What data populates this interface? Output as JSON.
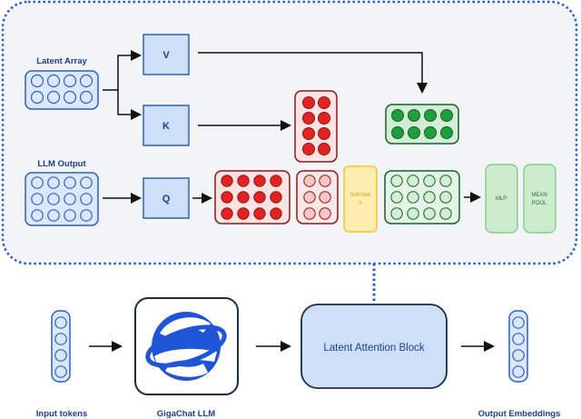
{
  "top_panel": {
    "latent_array_label": "Latent Array",
    "llm_output_label": "LLM Output",
    "v_label": "V",
    "k_label": "K",
    "q_label": "Q",
    "softmax_label_line1": "SOFTMA",
    "softmax_label_line2": "X",
    "mlp_label": "MLP",
    "mean_pool_line1": "MEAN",
    "mean_pool_line2": "POOL"
  },
  "bottom_row": {
    "input_tokens_label": "Input tokens",
    "gigachat_label": "GigaChat LLM",
    "latent_attention_label": "Latent Attention Block",
    "output_embeddings_label": "Output Embeddings"
  },
  "colors": {
    "blue_stroke": "#2f5fbf",
    "blue_fill": "#dbe8fb",
    "red_fill": "#e52222",
    "red_light": "#f7c6c6",
    "green_fill": "#1e9e3e",
    "green_light": "#d2efd6",
    "softmax_fill": "#fdeeb0",
    "softmax_stroke": "#f1c232",
    "mlp_fill": "#cdeccd",
    "panel_bg": "#f3f4f6",
    "dotted_border": "#2a5cc9",
    "logo_blue": "#1f55d6"
  }
}
